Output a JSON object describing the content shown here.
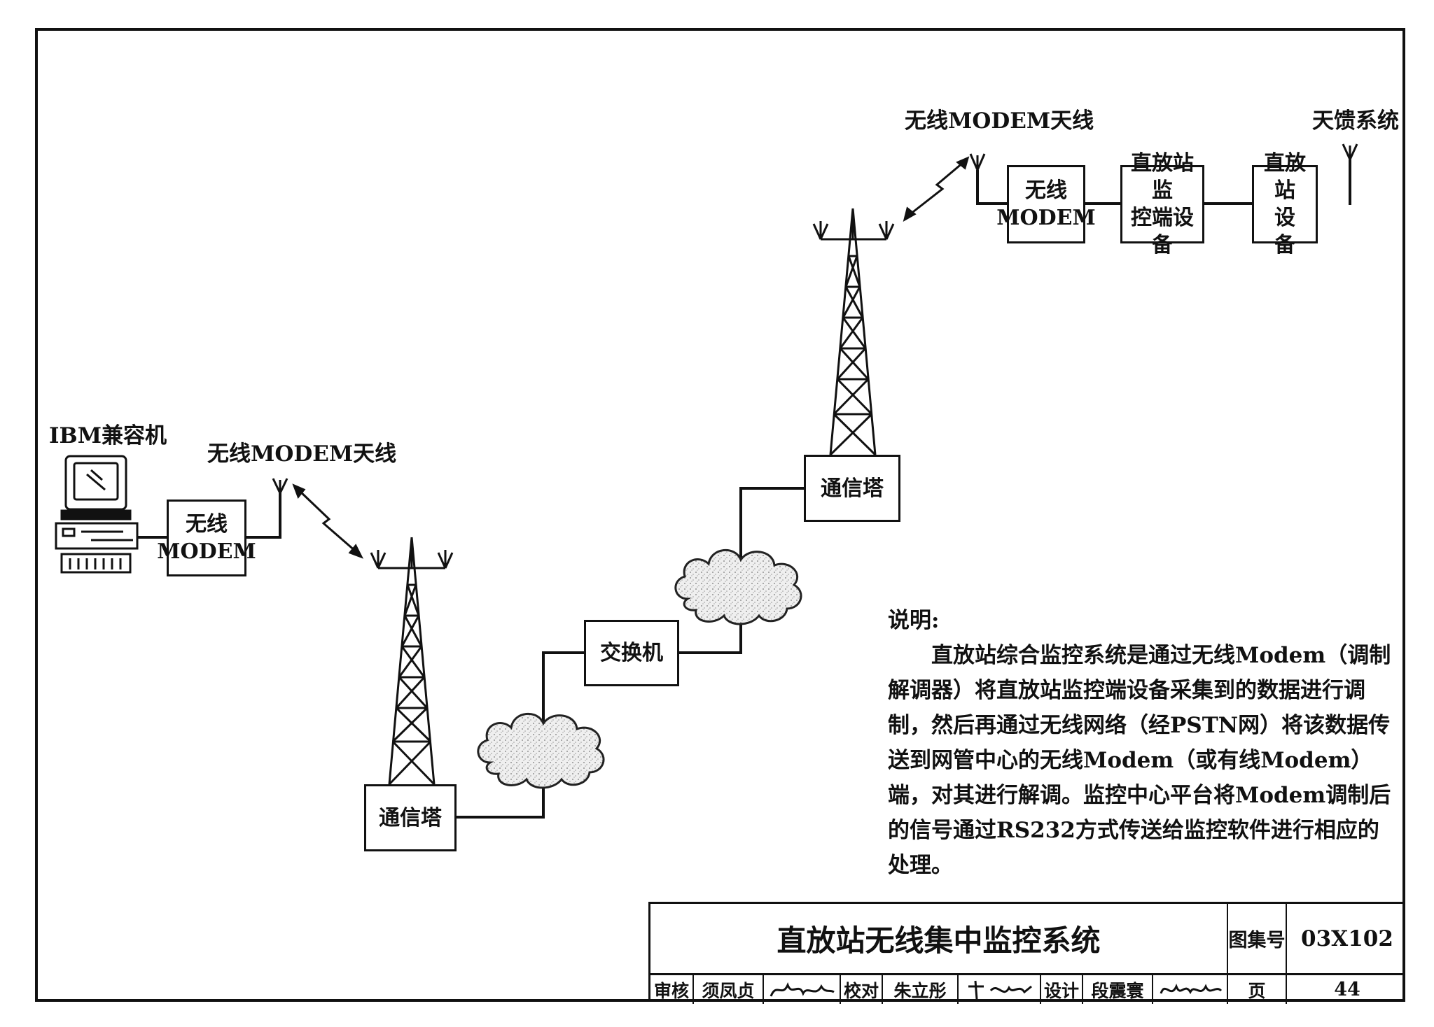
{
  "labels": {
    "ibm_pc": "IBM兼容机",
    "antenna_left": "无线MODEM天线",
    "antenna_right": "无线MODEM天线",
    "feeder_system": "天馈系统"
  },
  "boxes": {
    "modem_left": [
      "无线",
      "MODEM"
    ],
    "tower_left": "通信塔",
    "switch": "交换机",
    "tower_right": "通信塔",
    "modem_right": [
      "无线",
      "MODEM"
    ],
    "monitor_equipment": [
      "直放站监",
      "控端设备"
    ],
    "repeater": [
      "直放站",
      "设　备"
    ]
  },
  "notes": {
    "heading": "说明:",
    "body": "直放站综合监控系统是通过无线Modem（调制解调器）将直放站监控端设备采集到的数据进行调制，然后再通过无线网络（经PSTN网）将该数据传送到网管中心的无线Modem（或有线Modem）端，对其进行解调。监控中心平台将Modem调制后的信号通过RS232方式传送给监控软件进行相应的处理。"
  },
  "title_block": {
    "title": "直放站无线集中监控系统",
    "atlas_label": "图集号",
    "atlas_number": "03X102",
    "review_label": "审核",
    "reviewer": "须凤贞",
    "check_label": "校对",
    "checker": "朱立彤",
    "design_label": "设计",
    "designer": "段震寰",
    "page_label": "页",
    "page_number": "44"
  },
  "colors": {
    "ink": "#111111",
    "cloud_fill": "#e6e6e6"
  }
}
